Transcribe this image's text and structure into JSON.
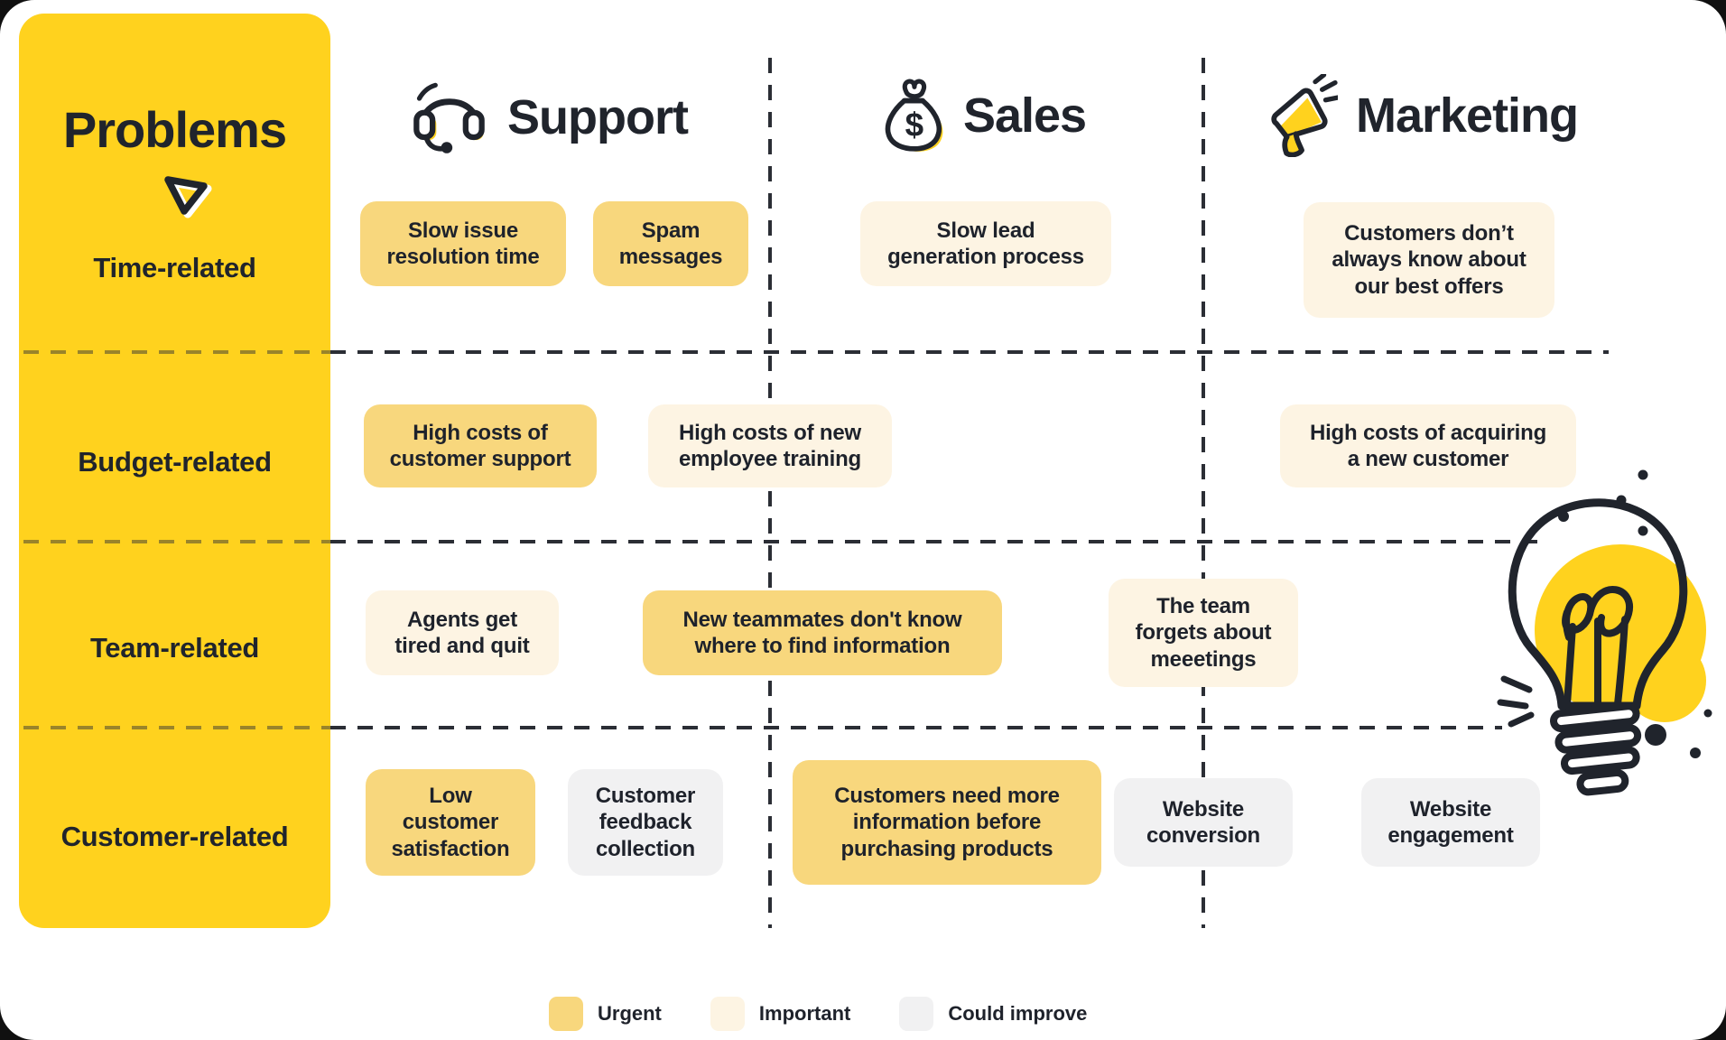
{
  "sidebar": {
    "title": "Problems",
    "rows": [
      {
        "label": "Time-related"
      },
      {
        "label": "Budget-related"
      },
      {
        "label": "Team-related"
      },
      {
        "label": "Customer-related"
      }
    ]
  },
  "columns": [
    {
      "label": "Support",
      "icon": "headset-icon"
    },
    {
      "label": "Sales",
      "icon": "money-bag-icon",
      "icon_glyph": "$"
    },
    {
      "label": "Marketing",
      "icon": "megaphone-icon"
    }
  ],
  "cards": [
    {
      "text": "Slow issue\nresolution time",
      "column": "Support",
      "row": "Time-related",
      "priority": "Urgent"
    },
    {
      "text": "Spam\nmessages",
      "column": "Support",
      "row": "Time-related",
      "priority": "Urgent"
    },
    {
      "text": "Slow lead\ngeneration process",
      "column": "Sales",
      "row": "Time-related",
      "priority": "Important"
    },
    {
      "text": "Customers don’t\nalways know about\nour best offers",
      "column": "Marketing",
      "row": "Time-related",
      "priority": "Important"
    },
    {
      "text": "High costs of\ncustomer support",
      "column": "Support",
      "row": "Budget-related",
      "priority": "Urgent"
    },
    {
      "text": "High costs of new\nemployee training",
      "column": "Support/Sales",
      "row": "Budget-related",
      "priority": "Important"
    },
    {
      "text": "High costs of acquiring\na new customer",
      "column": "Marketing",
      "row": "Budget-related",
      "priority": "Important"
    },
    {
      "text": "Agents get\ntired and quit",
      "column": "Support",
      "row": "Team-related",
      "priority": "Important"
    },
    {
      "text": "New teammates don't know\nwhere to find information",
      "column": "Support/Sales",
      "row": "Team-related",
      "priority": "Urgent"
    },
    {
      "text": "The team\nforgets about\nmeeetings",
      "column": "Sales/Marketing",
      "row": "Team-related",
      "priority": "Important"
    },
    {
      "text": "Low\ncustomer\nsatisfaction",
      "column": "Support",
      "row": "Customer-related",
      "priority": "Urgent"
    },
    {
      "text": "Customer\nfeedback\ncollection",
      "column": "Support",
      "row": "Customer-related",
      "priority": "Could improve"
    },
    {
      "text": "Customers need more\ninformation before\npurchasing products",
      "column": "Sales",
      "row": "Customer-related",
      "priority": "Urgent"
    },
    {
      "text": "Website\nconversion",
      "column": "Sales/Marketing",
      "row": "Customer-related",
      "priority": "Could improve"
    },
    {
      "text": "Website\nengagement",
      "column": "Marketing",
      "row": "Customer-related",
      "priority": "Could improve"
    }
  ],
  "legend": {
    "items": [
      {
        "label": "Urgent",
        "color": "#F8D77D"
      },
      {
        "label": "Important",
        "color": "#FDF4E3"
      },
      {
        "label": "Could improve",
        "color": "#F1F1F2"
      }
    ]
  },
  "colors": {
    "accent_yellow": "#FFD21E",
    "urgent": "#F8D77D",
    "important": "#FDF4E3",
    "could_improve": "#F1F1F2",
    "text": "#1E222B"
  }
}
